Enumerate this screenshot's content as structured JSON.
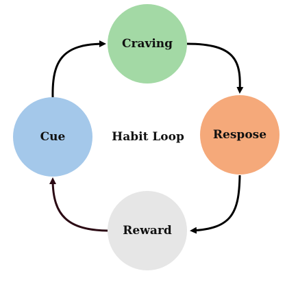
{
  "diagram": {
    "title": "Habit Loop",
    "nodes": [
      {
        "id": "craving",
        "label": "Craving",
        "color": "#a3d9a5"
      },
      {
        "id": "respose",
        "label": "Respose",
        "color": "#f5a97a"
      },
      {
        "id": "reward",
        "label": "Reward",
        "color": "#e6e6e6"
      },
      {
        "id": "cue",
        "label": "Cue",
        "color": "#a4c8ea"
      }
    ],
    "edges": [
      {
        "from": "craving",
        "to": "respose",
        "color": "#000000"
      },
      {
        "from": "respose",
        "to": "reward",
        "color": "#000000"
      },
      {
        "from": "reward",
        "to": "cue",
        "color": "#2b0a14"
      },
      {
        "from": "cue",
        "to": "craving",
        "color": "#000000"
      }
    ]
  }
}
